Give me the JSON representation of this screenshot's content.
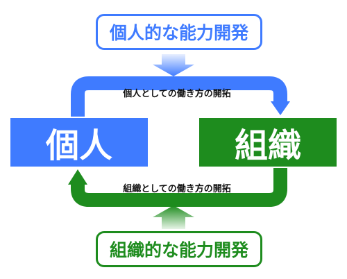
{
  "top_box": {
    "label": "個人的な能力開発"
  },
  "left_box": {
    "label": "個人"
  },
  "right_box": {
    "label": "組織"
  },
  "bottom_box": {
    "label": "組織的な能力開発"
  },
  "top_path": {
    "label": "個人としての働き方の開拓"
  },
  "bottom_path": {
    "label": "組織としての働き方の開拓"
  },
  "colors": {
    "blue": "#3f7bff",
    "blue_light": "#e8efff",
    "green": "#1e8c1e",
    "green_light": "#e6f4e6"
  }
}
